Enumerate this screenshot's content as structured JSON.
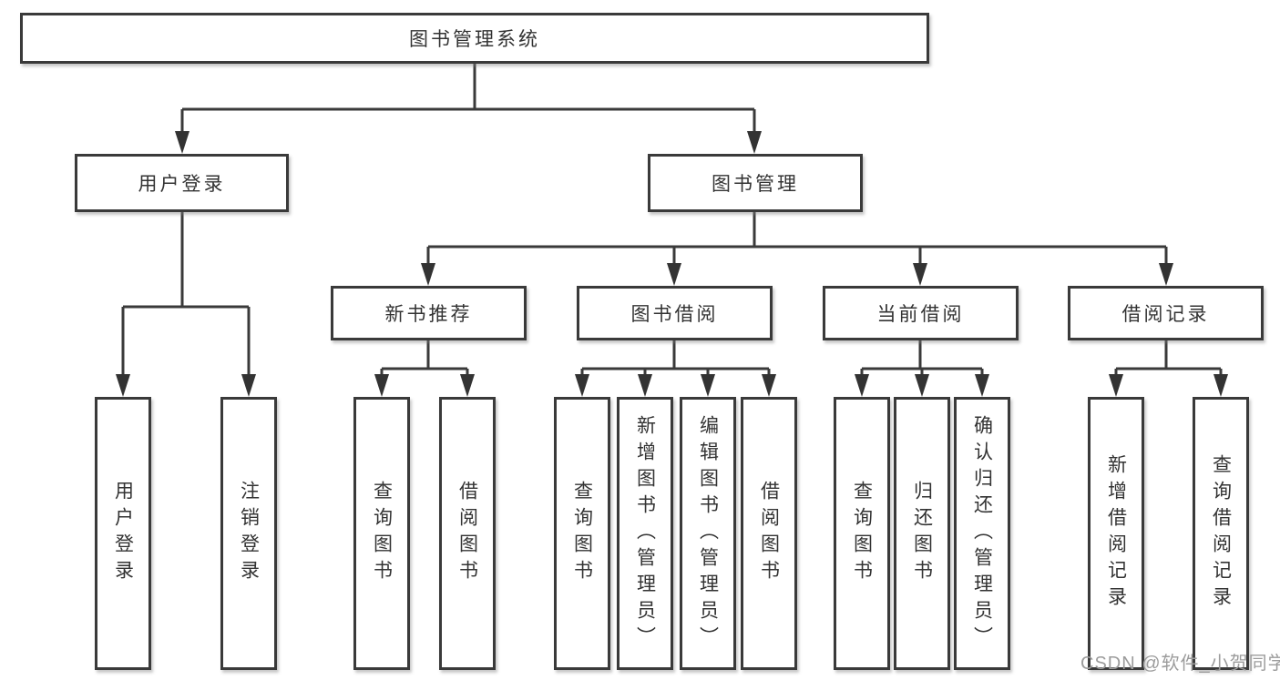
{
  "tree": {
    "root": "图书管理系统",
    "branches": [
      {
        "label": "用户登录",
        "children": [
          "用户登录",
          "注销登录"
        ]
      },
      {
        "label": "图书管理",
        "groups": [
          {
            "label": "新书推荐",
            "children": [
              "查询图书",
              "借阅图书"
            ]
          },
          {
            "label": "图书借阅",
            "children": [
              "查询图书",
              "新增图书（管理员）",
              "编辑图书（管理员）",
              "借阅图书"
            ]
          },
          {
            "label": "当前借阅",
            "children": [
              "查询图书",
              "归还图书",
              "确认归还（管理员）"
            ]
          },
          {
            "label": "借阅记录",
            "children": [
              "新增借阅记录",
              "查询借阅记录"
            ]
          }
        ]
      }
    ]
  },
  "watermark": {
    "text": "CSDN @软件_小贺同学"
  },
  "colors": {
    "line": "#3a3a3a",
    "arrow": "#333333",
    "box_border": "#3a3a3a",
    "box_fill": "#ffffff",
    "text": "#333333",
    "watermark": "#9c9c9c"
  }
}
